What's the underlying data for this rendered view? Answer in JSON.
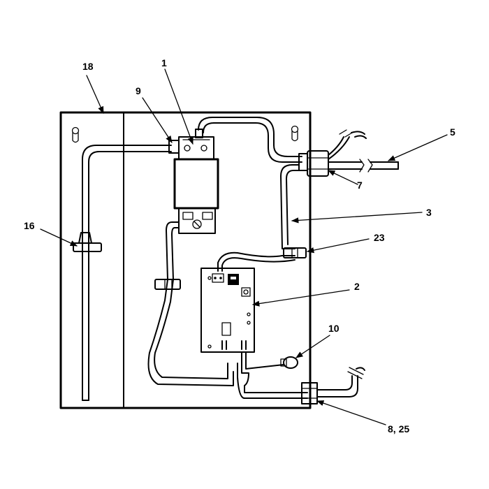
{
  "callouts": [
    {
      "id": "c1",
      "label": "1"
    },
    {
      "id": "c2",
      "label": "2"
    },
    {
      "id": "c3",
      "label": "3"
    },
    {
      "id": "c5",
      "label": "5"
    },
    {
      "id": "c7",
      "label": "7"
    },
    {
      "id": "c8",
      "label": "8, 25"
    },
    {
      "id": "c9",
      "label": "9"
    },
    {
      "id": "c10",
      "label": "10"
    },
    {
      "id": "c16",
      "label": "16"
    },
    {
      "id": "c18",
      "label": "18"
    },
    {
      "id": "c23",
      "label": "23"
    }
  ],
  "colors": {
    "line": "#000000",
    "background": "#ffffff"
  }
}
